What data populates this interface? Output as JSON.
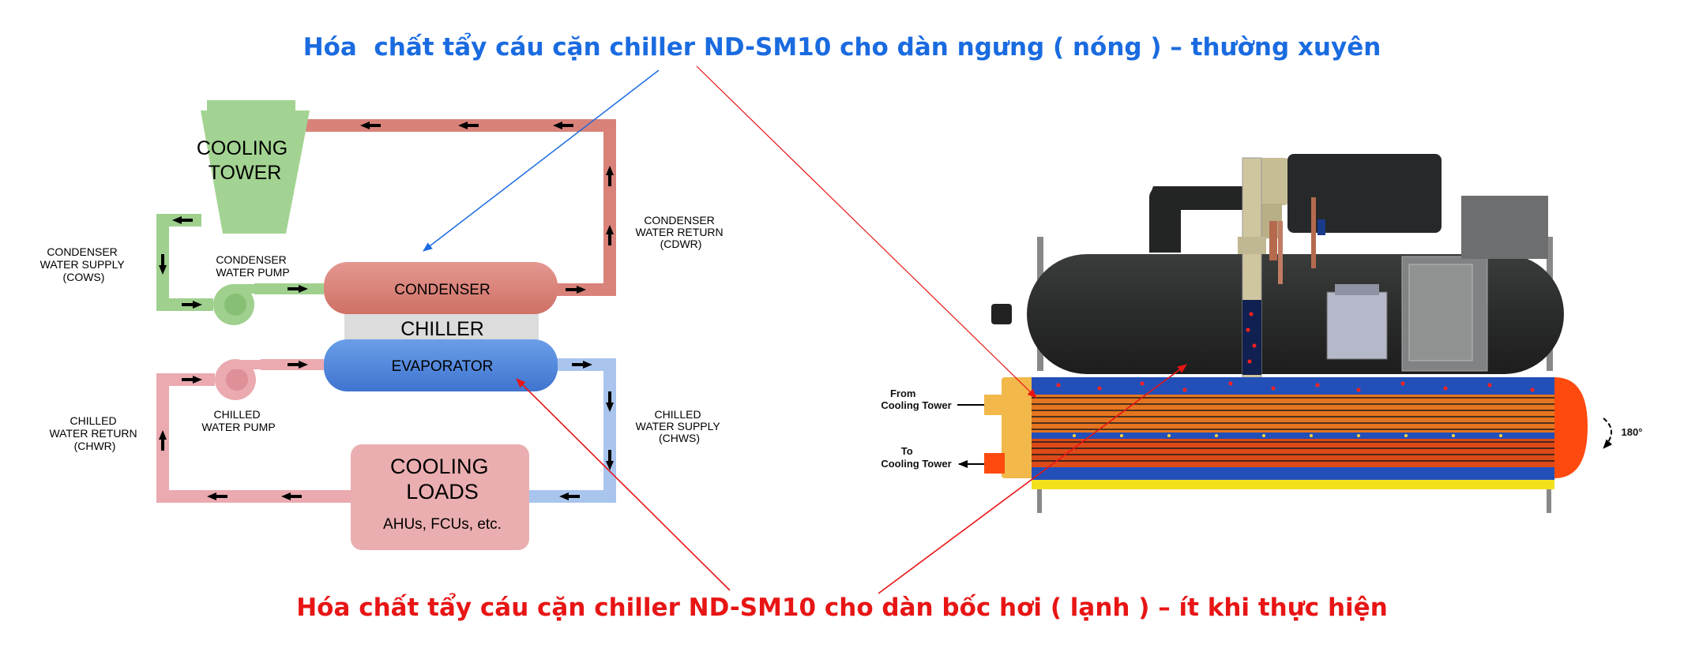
{
  "captions": {
    "top": "Hóa  chất tẩy cáu cặn chiller ND-SM10 cho dàn ngưng ( nóng ) – thường xuyên",
    "bottom": "Hóa chất tẩy cáu cặn chiller ND-SM10 cho dàn bốc hơi ( lạnh ) – ít khi thực hiện"
  },
  "colors": {
    "top_caption": "#1a6be0",
    "bottom_caption": "#e81515",
    "condenser_loop": "#d9827a",
    "cooling_tower_loop": "#9fd08e",
    "chilled_return_loop": "#eaaab0",
    "chilled_supply_loop": "#a9c5ee"
  },
  "schematic": {
    "cooling_tower": [
      "COOLING",
      "TOWER"
    ],
    "condenser_water_supply": [
      "CONDENSER",
      "WATER SUPPLY",
      "(COWS)"
    ],
    "condenser_water_pump": [
      "CONDENSER",
      "WATER PUMP"
    ],
    "condenser_water_return": [
      "CONDENSER",
      "WATER RETURN",
      "(CDWR)"
    ],
    "condenser": "CONDENSER",
    "chiller": "CHILLER",
    "evaporator": "EVAPORATOR",
    "chilled_water_return": [
      "CHILLED",
      "WATER RETURN",
      "(CHWR)"
    ],
    "chilled_water_pump": [
      "CHILLED",
      "WATER PUMP"
    ],
    "chilled_water_supply": [
      "CHILLED",
      "WATER SUPPLY",
      "(CHWS)"
    ],
    "cooling_loads": [
      "COOLING",
      "LOADS"
    ],
    "cooling_loads_sub": "AHUs, FCUs, etc."
  },
  "illustration": {
    "from_cooling_tower": [
      "From",
      "Cooling Tower"
    ],
    "to_cooling_tower": [
      "To",
      "Cooling Tower"
    ],
    "rotation": "180°"
  }
}
